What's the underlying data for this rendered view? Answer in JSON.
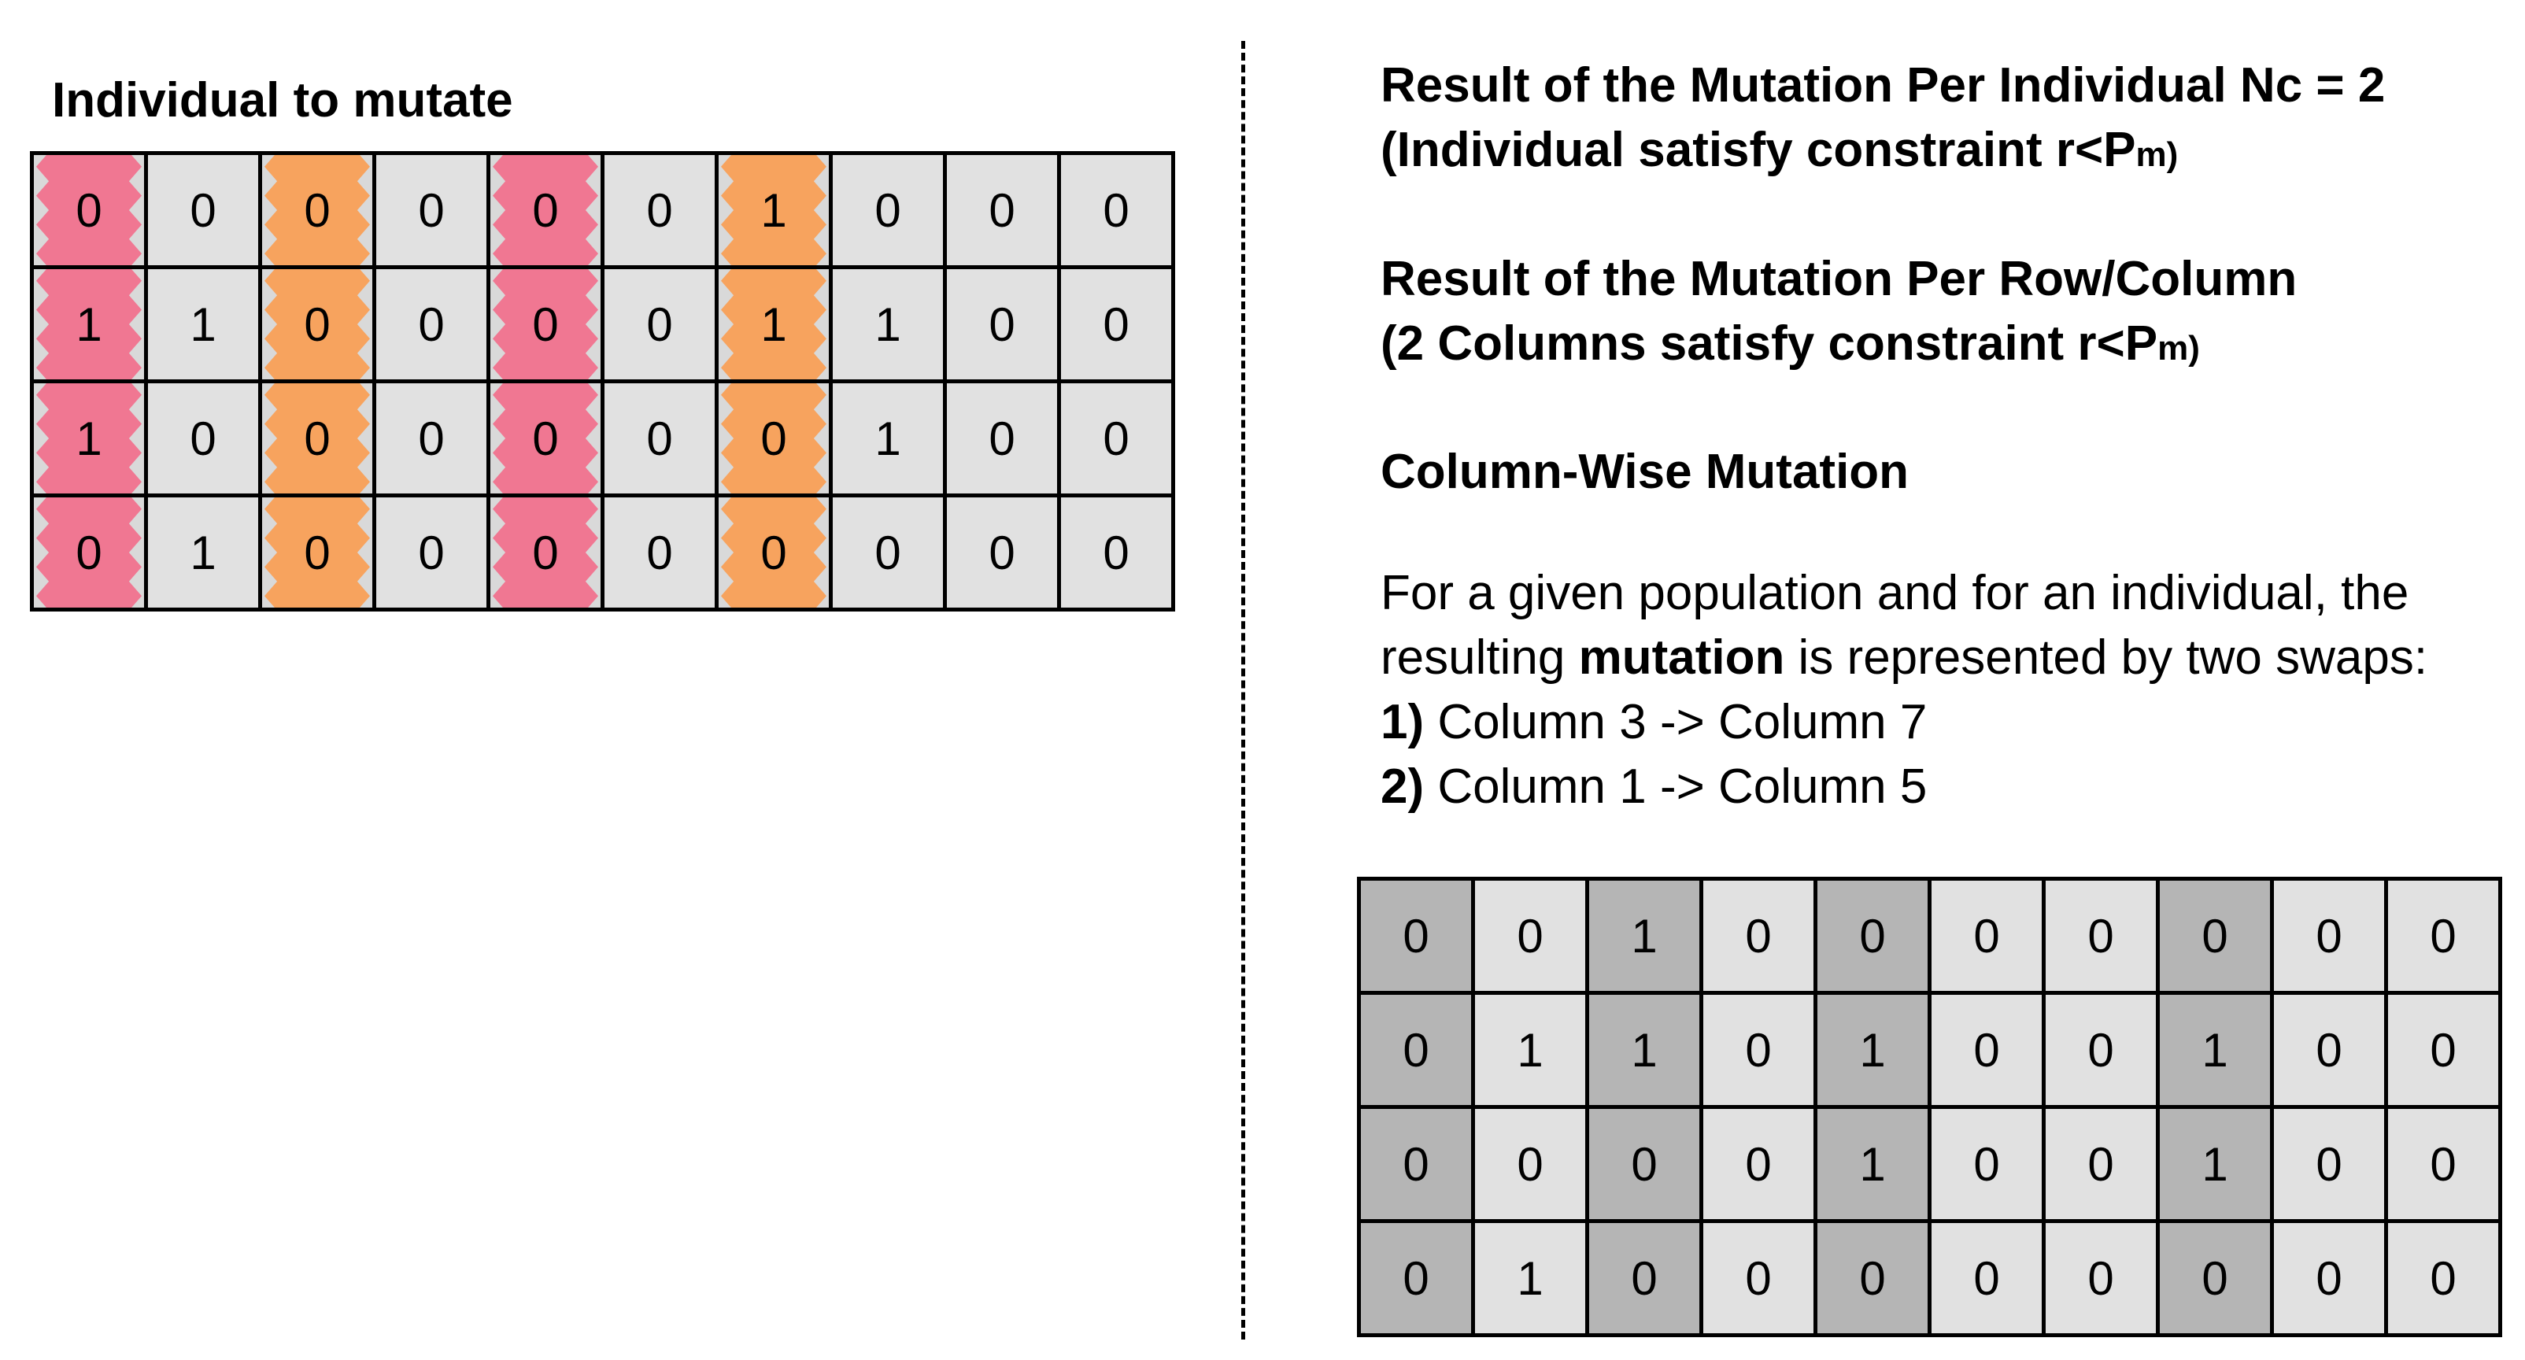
{
  "left": {
    "title": "Individual to mutate",
    "rows": [
      [
        "0",
        "0",
        "0",
        "0",
        "0",
        "0",
        "1",
        "0",
        "0",
        "0"
      ],
      [
        "1",
        "1",
        "0",
        "0",
        "0",
        "0",
        "1",
        "1",
        "0",
        "0"
      ],
      [
        "1",
        "0",
        "0",
        "0",
        "0",
        "0",
        "0",
        "1",
        "0",
        "0"
      ],
      [
        "0",
        "1",
        "0",
        "0",
        "0",
        "0",
        "0",
        "0",
        "0",
        "0"
      ]
    ],
    "column_highlights": {
      "0": "pink",
      "2": "orange",
      "4": "pink",
      "6": "orange"
    }
  },
  "right": {
    "heading1_line1": "Result of the Mutation Per Individual Nc = 2",
    "heading1_line2_prefix": "(Individual satisfy constraint r<P",
    "heading1_line2_sub": "m",
    "heading1_line2_suffix": ")",
    "heading2_line1": "Result of the Mutation Per Row/Column",
    "heading2_line2_prefix": "(2 Columns satisfy constraint r<P",
    "heading2_line2_sub": "m",
    "heading2_line2_suffix": ")",
    "heading3": "Column-Wise Mutation",
    "para_line1": "For a given population and for an individual, the",
    "para_line2_prefix": "resulting ",
    "para_line2_bold": "mutation",
    "para_line2_suffix": " is represented by two swaps:",
    "swap1_num": "1)",
    "swap1_text": " Column 3 -> Column 7",
    "swap2_num": "2)",
    "swap2_text": " Column 1 -> Column 5",
    "rows": [
      [
        "0",
        "0",
        "1",
        "0",
        "0",
        "0",
        "0",
        "0",
        "0",
        "0"
      ],
      [
        "0",
        "1",
        "1",
        "0",
        "1",
        "0",
        "0",
        "1",
        "0",
        "0"
      ],
      [
        "0",
        "0",
        "0",
        "0",
        "1",
        "0",
        "0",
        "1",
        "0",
        "0"
      ],
      [
        "0",
        "1",
        "0",
        "0",
        "0",
        "0",
        "0",
        "0",
        "0",
        "0"
      ]
    ],
    "dark_columns": [
      0,
      2,
      4,
      7
    ]
  },
  "colors": {
    "pink": "#f07792",
    "orange": "#f7a35e",
    "cell_light": "#e1e1e1",
    "cell_dark": "#b5b5b5"
  }
}
